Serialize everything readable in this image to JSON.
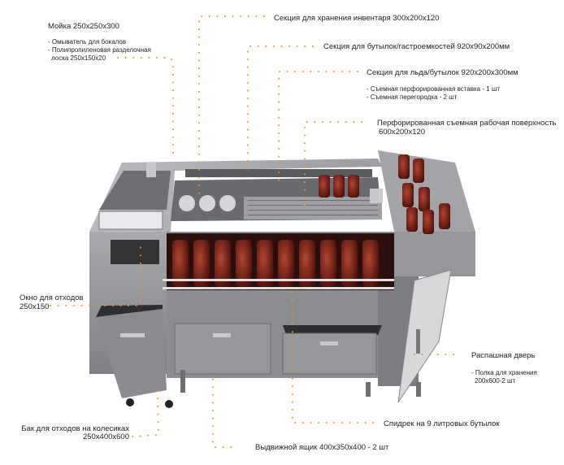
{
  "colors": {
    "leader": "#f7941d",
    "steel": "#8e8f93",
    "bottle": "#7a1f16"
  },
  "labels": {
    "sink": {
      "title": "Мойка 250x250x300",
      "items": [
        "- Омыватель для бокалов",
        "- Полипропиленовая разделочная",
        "лоска 250x150x20"
      ]
    },
    "inventory": {
      "title": "Секция для хранения инвентаря 300x200x120"
    },
    "bottles_gastro": {
      "title": "Секция для бутылок/гастроемкостей 920x90x200мм"
    },
    "ice": {
      "title": "Секция для льда/бутылок  920x200x300мм",
      "items": [
        "- Съемная перфорированная вставка - 1 шт",
        "- Съемная перегородка - 2 шт"
      ]
    },
    "perforated": {
      "title": "Перфорированная съемная рабочая поверхность",
      "size": "600x200x120"
    },
    "waste_window": {
      "title": "Окно для отходов",
      "size": "250x150"
    },
    "door": {
      "title": "Распашная дверь",
      "items": [
        "- Полка для хранения",
        "200x600-2 шт"
      ]
    },
    "speed_rail": {
      "title": "Спидрек на 9 литровых бутылок"
    },
    "waste_bin": {
      "title": "Бак для отходов на колесиках",
      "size": "250x400x600"
    },
    "drawer": {
      "title": "Выдвижной ящик 400x350x400 - 2 шт"
    }
  }
}
